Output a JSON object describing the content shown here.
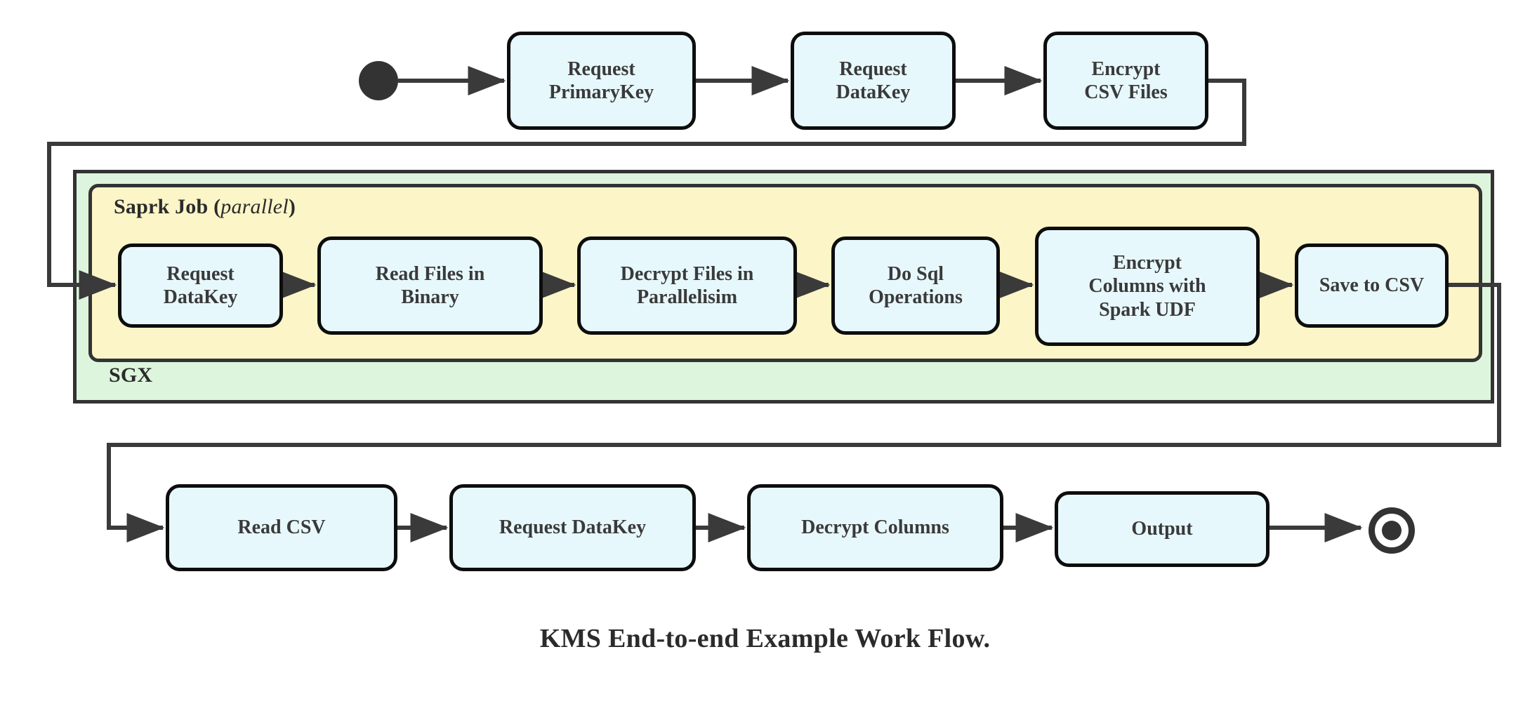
{
  "diagram": {
    "caption": "KMS End-to-end Example Work Flow.",
    "type": "flowchart",
    "colors": {
      "node_fill": "#e7f8fd",
      "node_stroke": "#0d0d0d",
      "sgx_fill": "#ddf5dd",
      "spark_fill": "#fcf5c7",
      "container_stroke": "#333333",
      "connector": "#3a3a3a",
      "text": "#3a3a3a",
      "background": "#ffffff"
    },
    "terminals": {
      "start_label": "start",
      "end_label": "end"
    },
    "containers": {
      "sgx": {
        "label": "SGX"
      },
      "spark": {
        "label_bold": "Saprk Job",
        "label_paren_open": "(",
        "label_italic": "parallel",
        "label_paren_close": ")"
      }
    },
    "rows": {
      "top": {
        "name": "preparation-row",
        "nodes": [
          {
            "id": "request-primarykey",
            "line1": "Request",
            "line2": "PrimaryKey"
          },
          {
            "id": "request-datakey-top",
            "line1": "Request",
            "line2": "DataKey"
          },
          {
            "id": "encrypt-csv-files",
            "line1": "Encrypt",
            "line2": "CSV Files"
          }
        ]
      },
      "middle": {
        "name": "spark-job-row",
        "nodes": [
          {
            "id": "request-datakey-spark",
            "line1": "Request",
            "line2": "DataKey"
          },
          {
            "id": "read-files-in-binary",
            "line1": "Read Files in",
            "line2": "Binary"
          },
          {
            "id": "decrypt-files-in-parallelisim",
            "line1": "Decrypt Files in",
            "line2": "Parallelisim"
          },
          {
            "id": "do-sql-operations",
            "line1": "Do Sql",
            "line2": "Operations"
          },
          {
            "id": "encrypt-columns-with-spark-udf",
            "line1": "Encrypt",
            "line2": "Columns with",
            "line3": "Spark UDF"
          },
          {
            "id": "save-to-csv",
            "line1": "Save to CSV"
          }
        ]
      },
      "bottom": {
        "name": "consumption-row",
        "nodes": [
          {
            "id": "read-csv",
            "line1": "Read CSV"
          },
          {
            "id": "request-datakey-bottom",
            "line1": "Request DataKey"
          },
          {
            "id": "decrypt-columns",
            "line1": "Decrypt Columns"
          },
          {
            "id": "output",
            "line1": "Output"
          }
        ]
      }
    },
    "edges": [
      {
        "from": "start",
        "to": "request-primarykey",
        "style": "straight"
      },
      {
        "from": "request-primarykey",
        "to": "request-datakey-top",
        "style": "straight"
      },
      {
        "from": "request-datakey-top",
        "to": "encrypt-csv-files",
        "style": "straight"
      },
      {
        "from": "encrypt-csv-files",
        "to": "request-datakey-spark",
        "style": "orthogonal-wrap-left"
      },
      {
        "from": "request-datakey-spark",
        "to": "read-files-in-binary",
        "style": "straight"
      },
      {
        "from": "read-files-in-binary",
        "to": "decrypt-files-in-parallelisim",
        "style": "straight"
      },
      {
        "from": "decrypt-files-in-parallelisim",
        "to": "do-sql-operations",
        "style": "straight"
      },
      {
        "from": "do-sql-operations",
        "to": "encrypt-columns-with-spark-udf",
        "style": "straight"
      },
      {
        "from": "encrypt-columns-with-spark-udf",
        "to": "save-to-csv",
        "style": "straight"
      },
      {
        "from": "save-to-csv",
        "to": "read-csv",
        "style": "orthogonal-wrap-right"
      },
      {
        "from": "read-csv",
        "to": "request-datakey-bottom",
        "style": "straight"
      },
      {
        "from": "request-datakey-bottom",
        "to": "decrypt-columns",
        "style": "straight"
      },
      {
        "from": "decrypt-columns",
        "to": "output",
        "style": "straight"
      },
      {
        "from": "output",
        "to": "end",
        "style": "straight"
      }
    ]
  }
}
